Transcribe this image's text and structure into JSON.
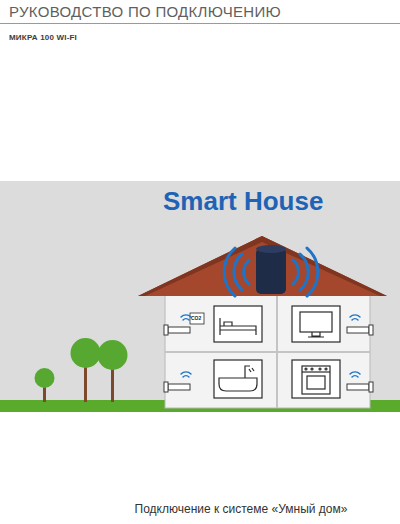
{
  "diagram": {
    "title": "РУКОВОДСТВО ПО ПОДКЛЮЧЕНИЮ",
    "caption": "Подключение к системе «Умный дом»",
    "labels": [
      "МИКРА 100 WI-FI",
      "Smart House",
      "CO2"
    ]
  }
}
